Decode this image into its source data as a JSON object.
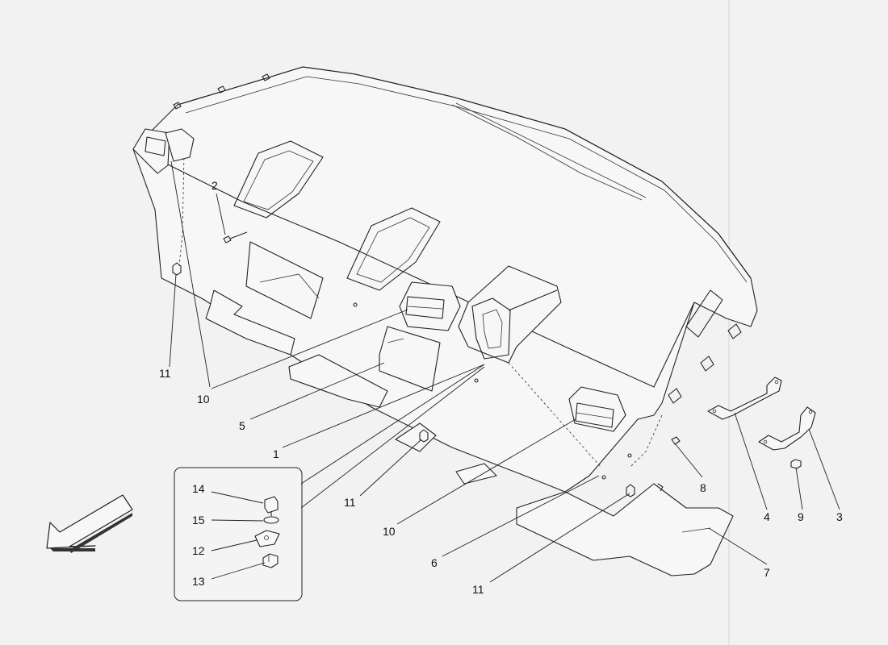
{
  "callouts": [
    {
      "key": "c1",
      "text": "1"
    },
    {
      "key": "c2",
      "text": "2"
    },
    {
      "key": "c3",
      "text": "3"
    },
    {
      "key": "c4",
      "text": "4"
    },
    {
      "key": "c5",
      "text": "5"
    },
    {
      "key": "c6",
      "text": "6"
    },
    {
      "key": "c7",
      "text": "7"
    },
    {
      "key": "c8",
      "text": "8"
    },
    {
      "key": "c9",
      "text": "9"
    },
    {
      "key": "c10a",
      "text": "10"
    },
    {
      "key": "c10b",
      "text": "10"
    },
    {
      "key": "c11a",
      "text": "11"
    },
    {
      "key": "c11b",
      "text": "11"
    },
    {
      "key": "c11c",
      "text": "11"
    },
    {
      "key": "c12",
      "text": "12"
    },
    {
      "key": "c13",
      "text": "13"
    },
    {
      "key": "c14",
      "text": "14"
    },
    {
      "key": "c15",
      "text": "15"
    }
  ],
  "labels": {
    "c1": "1",
    "c2": "2",
    "c3": "3",
    "c4": "4",
    "c5": "5",
    "c6": "6",
    "c7": "7",
    "c8": "8",
    "c9": "9",
    "c10a": "10",
    "c10b": "10",
    "c11a": "11",
    "c11b": "11",
    "c11c": "11",
    "c12": "12",
    "c13": "13",
    "c14": "14",
    "c15": "15"
  },
  "icons": {
    "direction_arrow": "front-direction-arrow-icon"
  }
}
